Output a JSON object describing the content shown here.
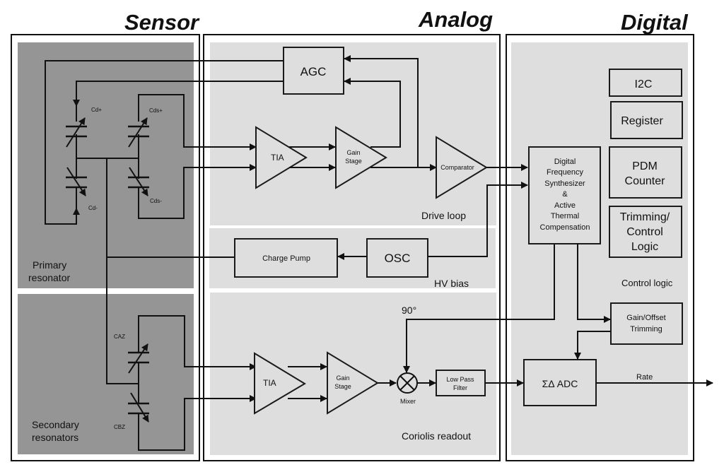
{
  "sections": {
    "sensor": "Sensor",
    "analog": "Analog",
    "digital": "Digital"
  },
  "sensor": {
    "primary_label_1": "Primary",
    "primary_label_2": "resonator",
    "secondary_label_1": "Secondary",
    "secondary_label_2": "resonators",
    "caps": {
      "cd_plus": "Cd+",
      "cd_minus": "Cd-",
      "cds_plus": "Cds+",
      "cds_minus": "Cds-",
      "caz": "CAZ",
      "cbz": "CBZ"
    }
  },
  "analog": {
    "agc": "AGC",
    "tia_drive": "TIA",
    "gain_drive_1": "Gain",
    "gain_drive_2": "Stage",
    "comparator": "Comparator",
    "drive_loop": "Drive loop",
    "charge_pump": "Charge Pump",
    "osc": "OSC",
    "hv_bias": "HV bias",
    "phase": "90°",
    "tia_sense": "TIA",
    "gain_sense_1": "Gain",
    "gain_sense_2": "Stage",
    "mixer": "Mixer",
    "lpf_1": "Low Pass",
    "lpf_2": "Filter",
    "coriolis": "Coriolis readout"
  },
  "digital": {
    "i2c": "I2C",
    "register": "Register",
    "pdm_1": "PDM",
    "pdm_2": "Counter",
    "trim_1": "Trimming/",
    "trim_2": "Control",
    "trim_3": "Logic",
    "dfs_lines": [
      "Digital",
      "Frequency",
      "Synthesizer",
      "&",
      "Active",
      "Thermal",
      "Compensation"
    ],
    "control_logic": "Control logic",
    "gain_offset_1": "Gain/Offset",
    "gain_offset_2": "Trimming",
    "adc": "ΣΔ ADC",
    "rate": "Rate"
  }
}
